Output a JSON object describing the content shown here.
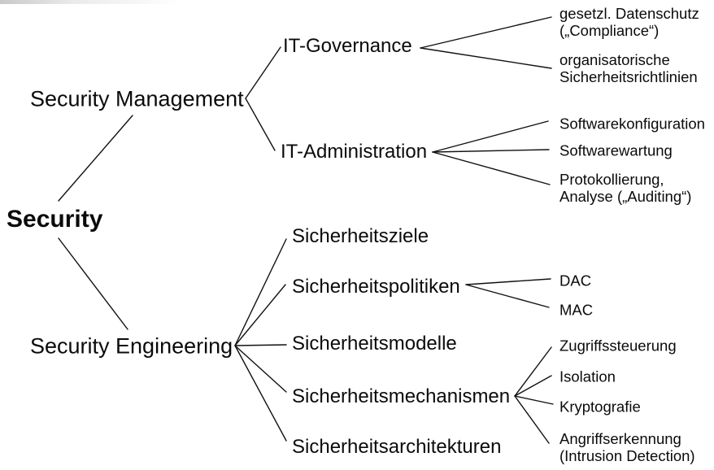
{
  "tree": {
    "root": "Security",
    "branches": [
      {
        "label": "Security Management",
        "children": [
          {
            "label": "IT-Governance",
            "children": [
              {
                "label": "gesetzl. Datenschutz\n(„Compliance“)"
              },
              {
                "label": "organisatorische\nSicherheitsrichtlinien"
              }
            ]
          },
          {
            "label": "IT-Administration",
            "children": [
              {
                "label": "Softwarekonfiguration"
              },
              {
                "label": "Softwarewartung"
              },
              {
                "label": "Protokollierung,\nAnalyse („Auditing“)"
              }
            ]
          }
        ]
      },
      {
        "label": "Security Engineering",
        "children": [
          {
            "label": "Sicherheitsziele",
            "children": []
          },
          {
            "label": "Sicherheitspolitiken",
            "children": [
              {
                "label": "DAC"
              },
              {
                "label": "MAC"
              }
            ]
          },
          {
            "label": "Sicherheitsmodelle",
            "children": []
          },
          {
            "label": "Sicherheitsmechanismen",
            "children": [
              {
                "label": "Zugriffssteuerung"
              },
              {
                "label": "Isolation"
              },
              {
                "label": "Kryptografie"
              },
              {
                "label": "Angriffserkennung\n(Intrusion Detection)"
              }
            ]
          },
          {
            "label": "Sicherheitsarchitekturen",
            "children": []
          }
        ]
      }
    ],
    "colors": {
      "text": "#0b0b0b",
      "line": "#111111",
      "background": "#ffffff"
    }
  }
}
